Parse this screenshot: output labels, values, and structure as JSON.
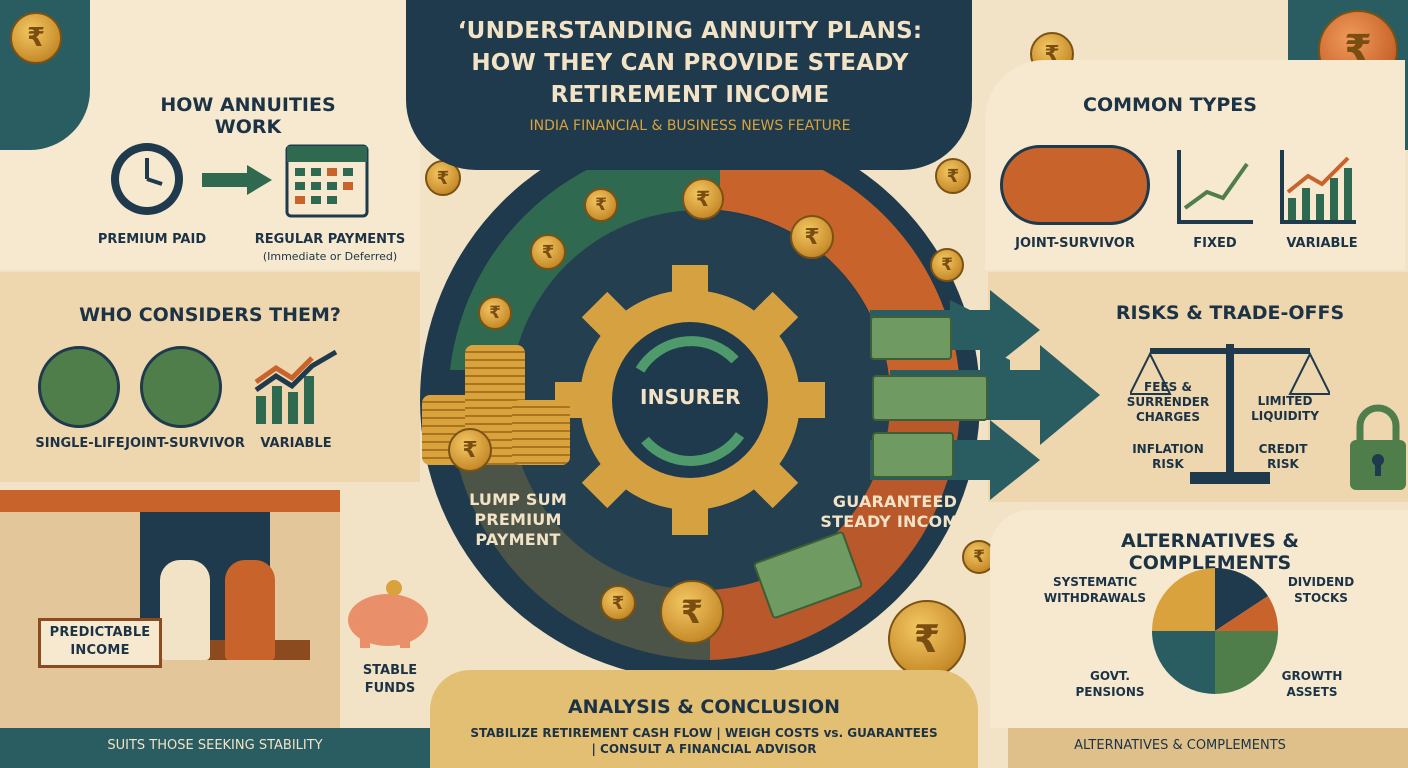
{
  "header": {
    "title_line1": "‘UNDERSTANDING ANNUITY PLANS:",
    "title_line2": "HOW THEY CAN PROVIDE STEADY",
    "title_line3": "RETIREMENT INCOME",
    "subtitle": "INDIA FINANCIAL & BUSINESS NEWS FEATURE"
  },
  "how_annuities_work": {
    "heading": "HOW ANNUITIES WORK",
    "step1": "PREMIUM PAID",
    "step2": "REGULAR PAYMENTS",
    "step2_note": "(Immediate or Deferred)"
  },
  "who_considers": {
    "heading": "WHO CONSIDERS THEM?",
    "items": [
      "SINGLE-LIFE",
      "JOINT-SURVIVOR",
      "VARIABLE"
    ]
  },
  "porch": {
    "sign": "PREDICTABLE INCOME",
    "piggy_label": "STABLE FUNDS",
    "footer": "SUITS THOSE SEEKING STABILITY"
  },
  "center": {
    "gear_label": "INSURER",
    "lump_sum": "LUMP SUM PREMIUM PAYMENT",
    "guaranteed": "GUARANTEED STEADY INCOME",
    "rupee": "₹"
  },
  "analysis": {
    "heading": "ANALYSIS & CONCLUSION",
    "line1": "STABILIZE RETIREMENT CASH FLOW | WEIGH COSTS vs. GUARANTEES",
    "line2": "| CONSULT A FINANCIAL ADVISOR"
  },
  "common_types": {
    "heading": "COMMON TYPES",
    "items": [
      "JOINT-SURVIVOR",
      "FIXED",
      "VARIABLE"
    ]
  },
  "risks": {
    "heading": "RISKS & TRADE-OFFS",
    "fees": "FEES & SURRENDER CHARGES",
    "liquidity": "LIMITED LIQUIDITY",
    "inflation": "INFLATION RISK",
    "credit": "CREDIT RISK"
  },
  "alternatives": {
    "heading": "ALTERNATIVES & COMPLEMENTS",
    "systematic": "SYSTEMATIC WITHDRAWALS",
    "dividend": "DIVIDEND STOCKS",
    "govt": "GOVT. PENSIONS",
    "growth": "GROWTH ASSETS",
    "footer": "ALTERNATIVES & COMPLEMENTS"
  },
  "colors": {
    "navy": "#1e3a4c",
    "teal": "#2a5d62",
    "green": "#4f7e4a",
    "orange": "#c8642b",
    "gold": "#d9a23d",
    "cream": "#f3e3c6"
  }
}
